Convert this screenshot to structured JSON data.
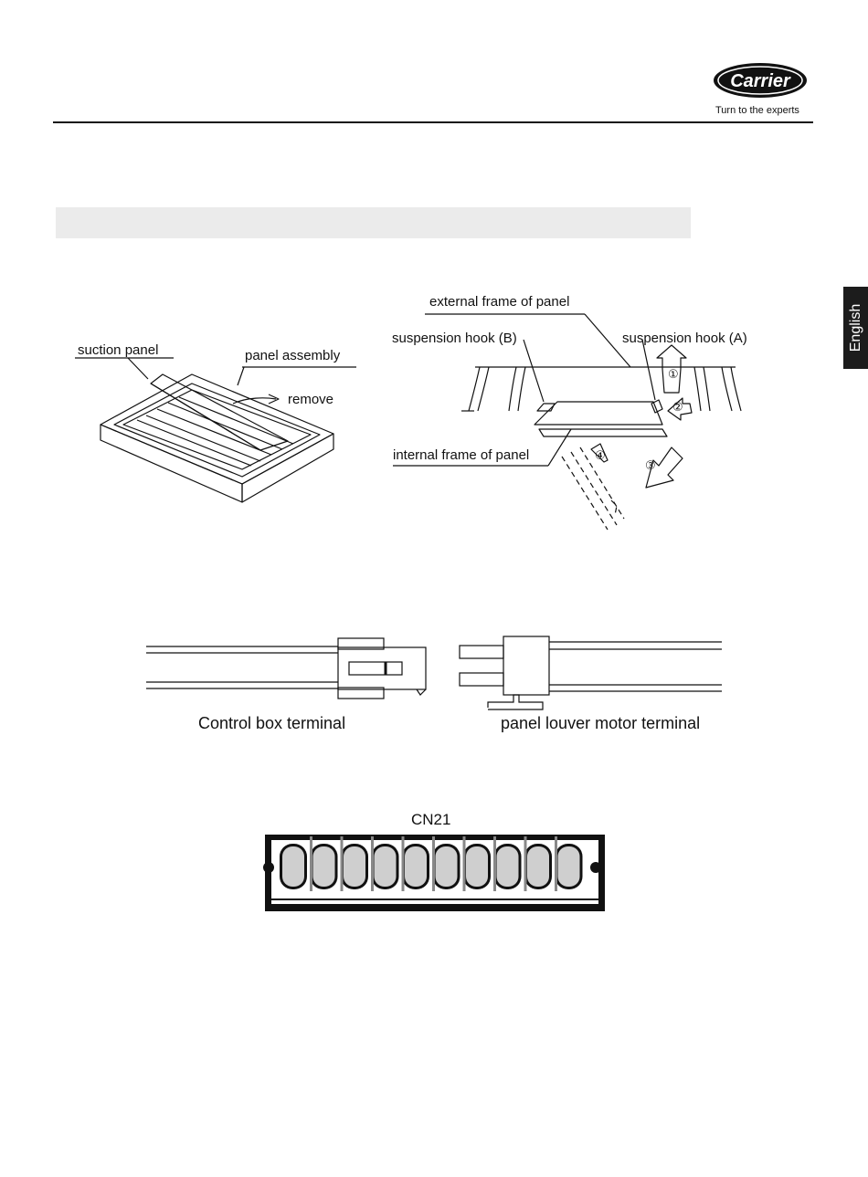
{
  "header": {
    "logo_text": "Carrier",
    "tagline": "Turn to the experts"
  },
  "side_tab": {
    "language": "English"
  },
  "figure_panel_removal": {
    "suction_panel": "suction panel",
    "panel_assembly": "panel assembly",
    "remove": "remove"
  },
  "figure_hooks": {
    "external_frame": "external frame of panel",
    "hook_b": "suspension hook (B)",
    "hook_a": "suspension hook (A)",
    "internal_frame": "internal frame of panel",
    "step_1": "①",
    "step_2": "②",
    "step_3": "③",
    "step_4": "④"
  },
  "figure_terminals": {
    "control_box": "Control box terminal",
    "louver_motor": "panel louver motor terminal"
  },
  "figure_connector": {
    "name": "CN21"
  },
  "colors": {
    "band": "#ebebeb",
    "tab": "#1c1c1c",
    "pin": "#cfcfcf"
  }
}
